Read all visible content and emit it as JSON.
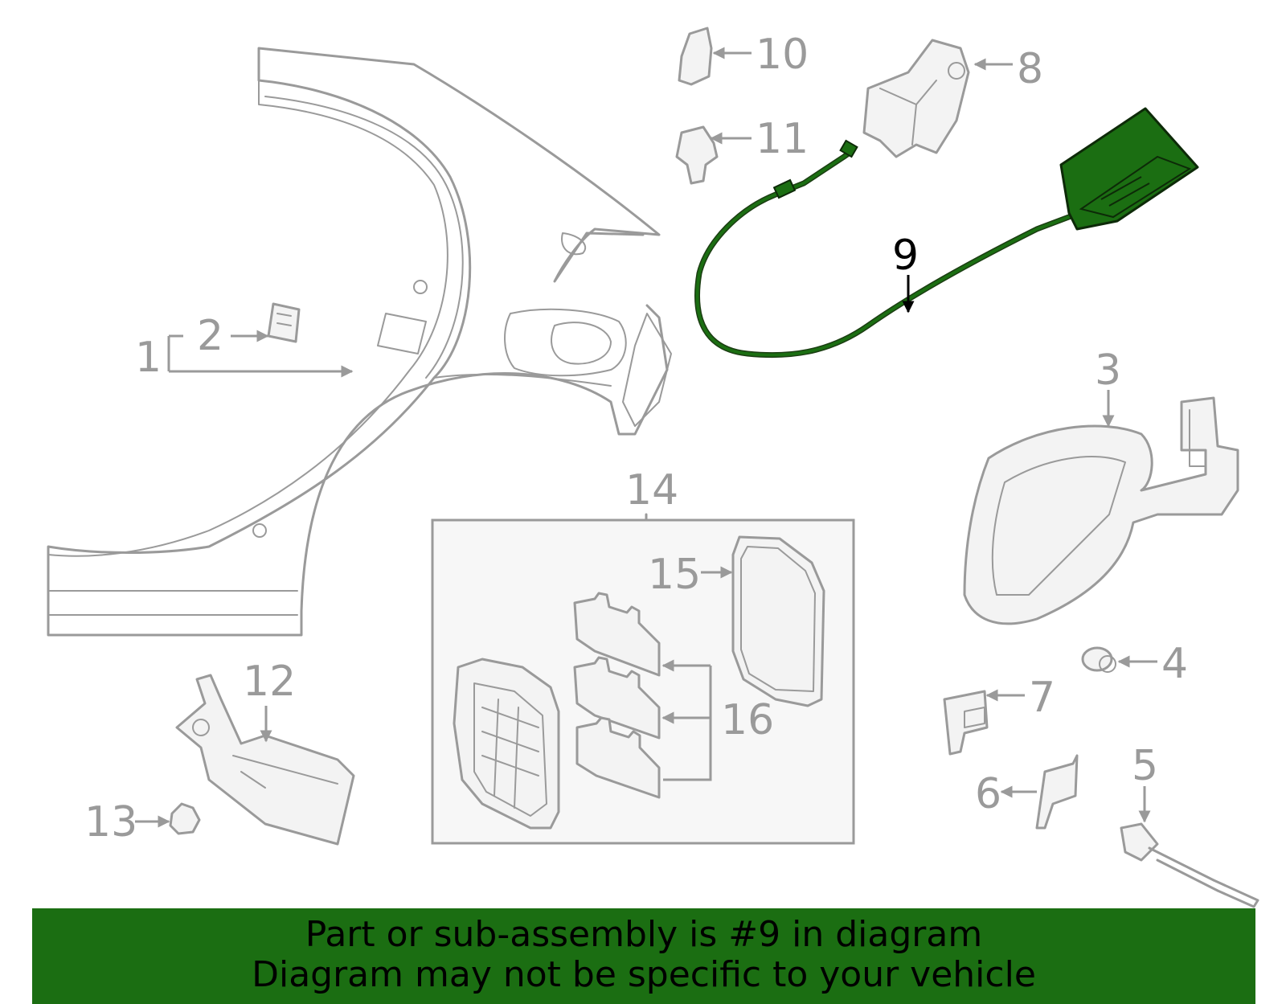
{
  "callouts": {
    "c1": "1",
    "c2": "2",
    "c3": "3",
    "c4": "4",
    "c5": "5",
    "c6": "6",
    "c7": "7",
    "c8": "8",
    "c9": "9",
    "c10": "10",
    "c11": "11",
    "c12": "12",
    "c13": "13",
    "c14": "14",
    "c15": "15",
    "c16": "16"
  },
  "highlight": {
    "part": "9",
    "color": "#1b6e12"
  },
  "banner": {
    "line1": "Part or sub-assembly is #9 in diagram",
    "line2": "Diagram may not be specific to your vehicle",
    "color": "#1b6e12"
  }
}
